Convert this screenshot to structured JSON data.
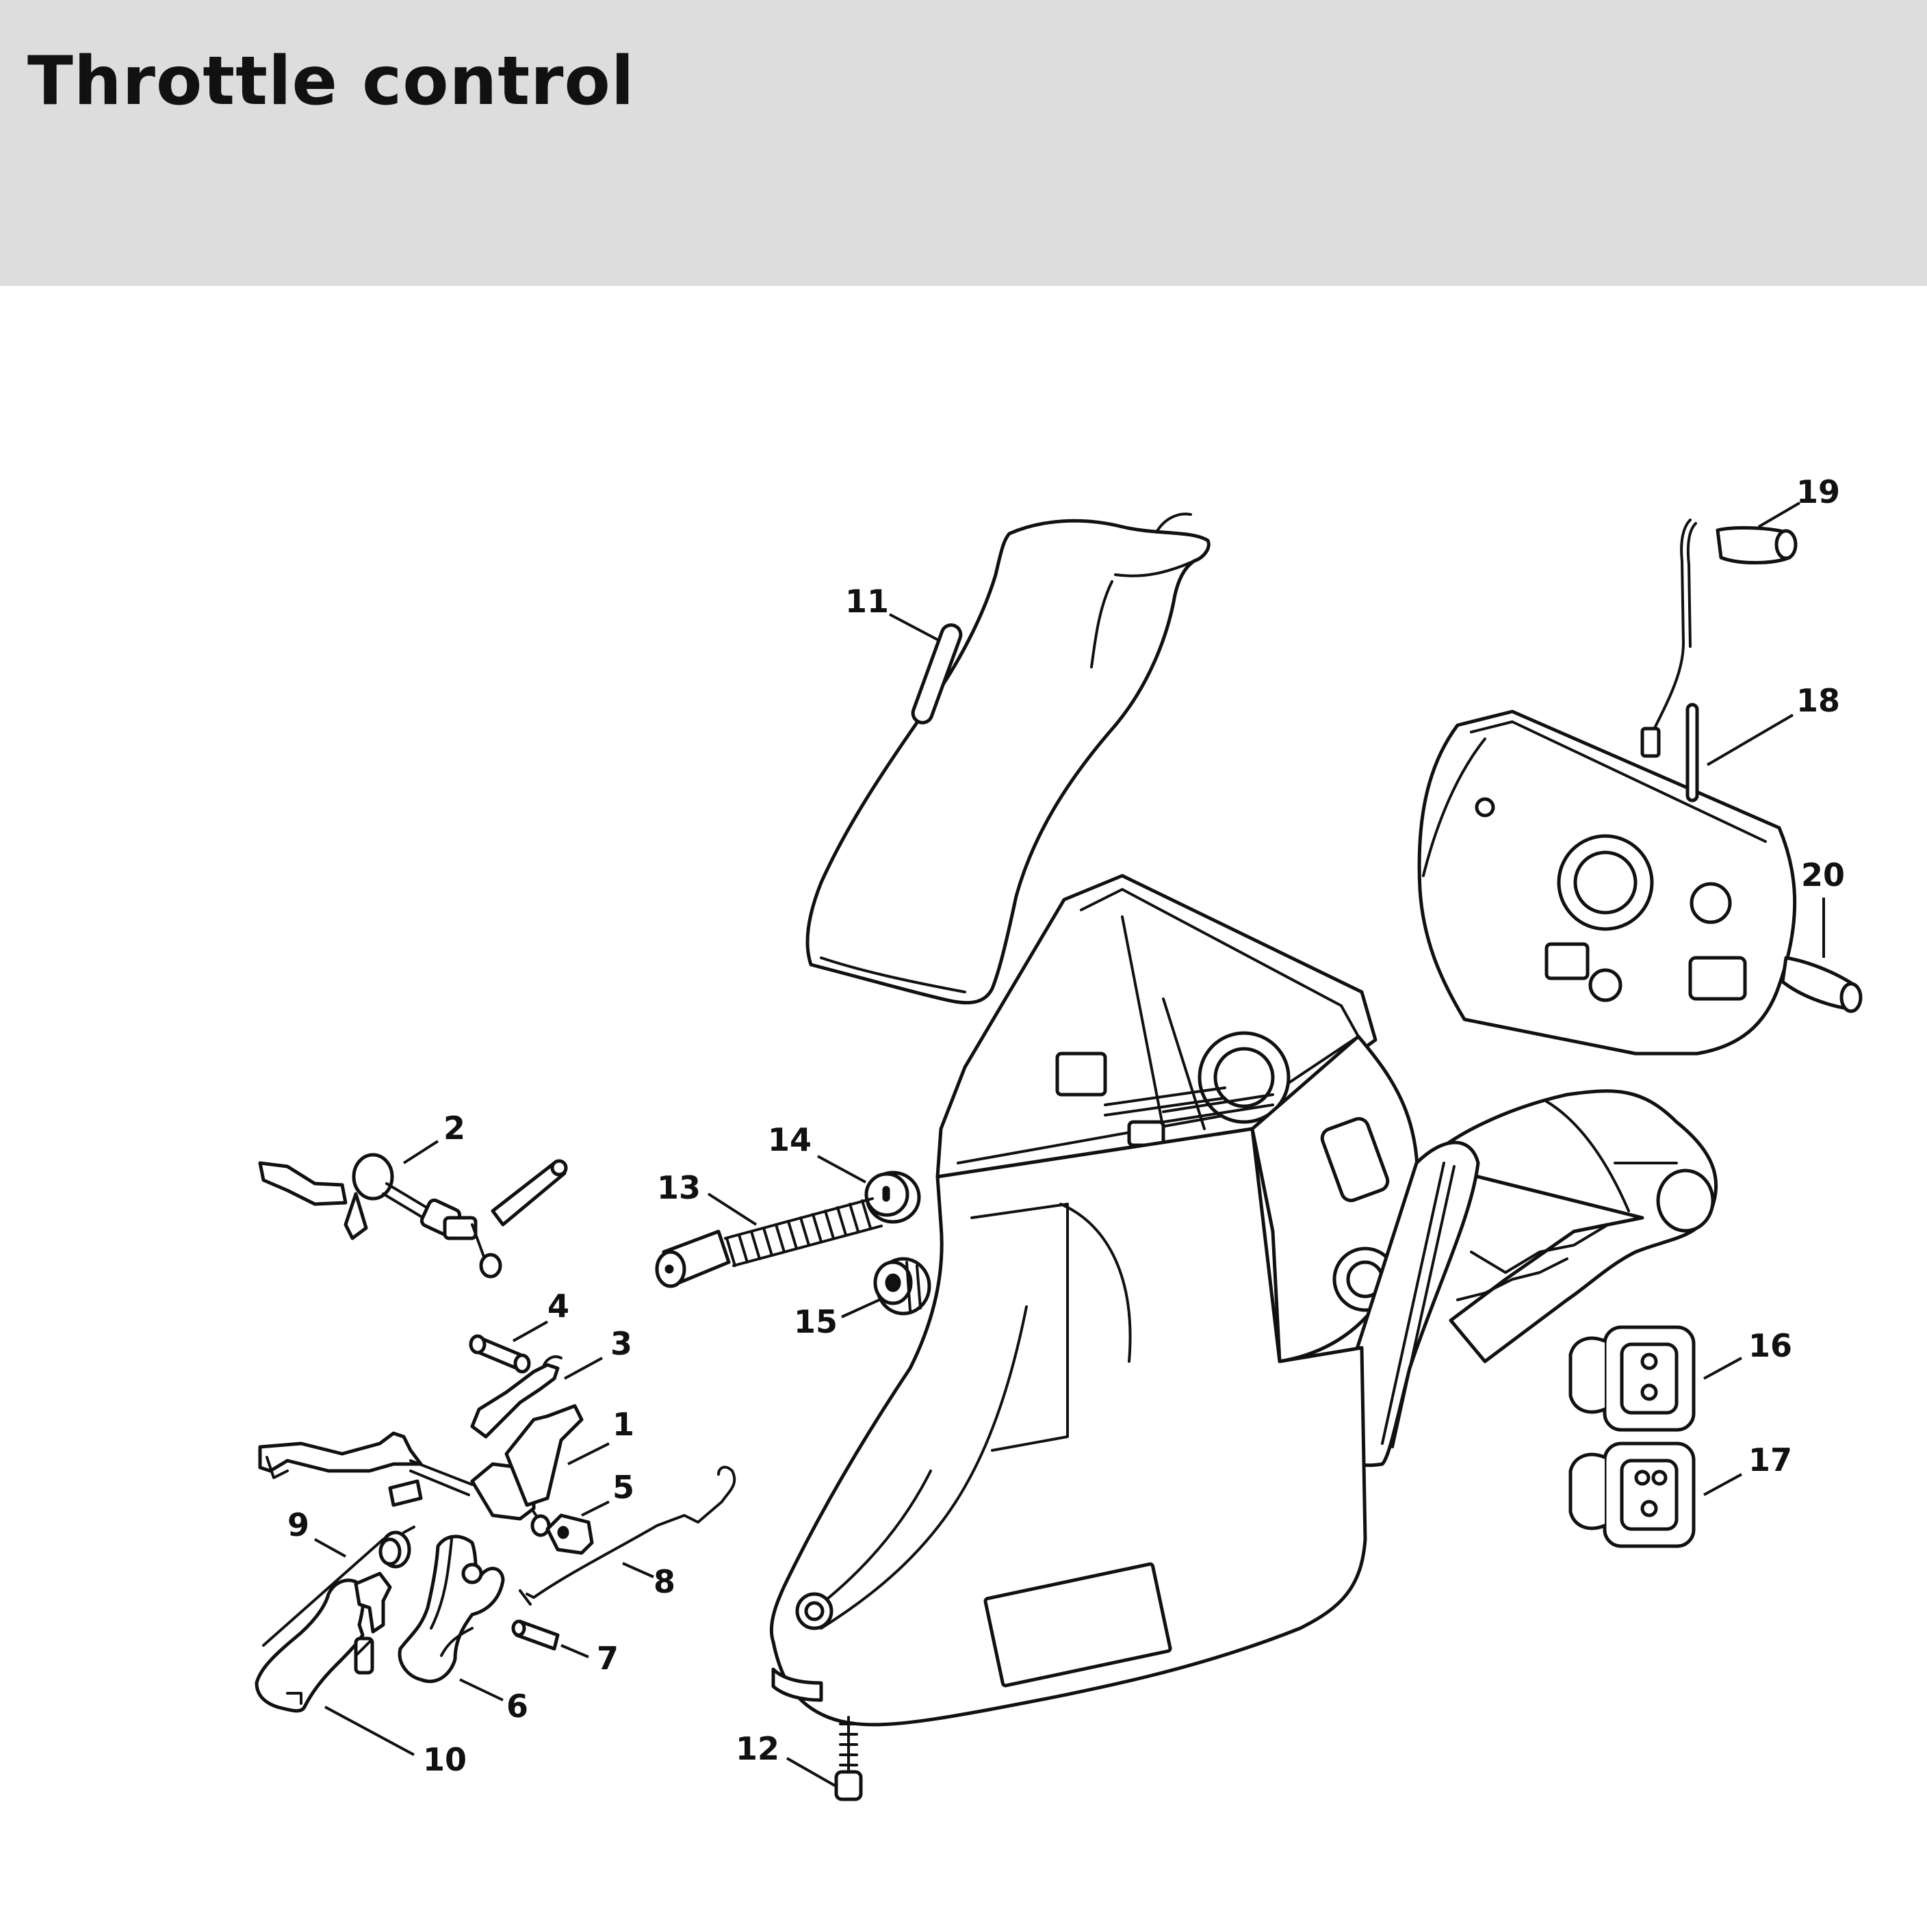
{
  "page": {
    "title": "Throttle control"
  },
  "colors": {
    "header_background": "#dcdddc",
    "ink": "#111111",
    "paper": "#ffffff"
  },
  "callouts": [
    {
      "id": "1",
      "text": "1"
    },
    {
      "id": "2",
      "text": "2"
    },
    {
      "id": "3",
      "text": "3"
    },
    {
      "id": "4",
      "text": "4"
    },
    {
      "id": "5",
      "text": "5"
    },
    {
      "id": "6",
      "text": "6"
    },
    {
      "id": "7",
      "text": "7"
    },
    {
      "id": "8",
      "text": "8"
    },
    {
      "id": "9",
      "text": "9"
    },
    {
      "id": "10",
      "text": "10"
    },
    {
      "id": "11",
      "text": "11"
    },
    {
      "id": "12",
      "text": "12"
    },
    {
      "id": "13",
      "text": "13"
    },
    {
      "id": "14",
      "text": "14"
    },
    {
      "id": "15",
      "text": "15"
    },
    {
      "id": "16",
      "text": "16"
    },
    {
      "id": "17",
      "text": "17"
    },
    {
      "id": "18",
      "text": "18"
    },
    {
      "id": "19",
      "text": "19"
    },
    {
      "id": "20",
      "text": "20"
    }
  ]
}
